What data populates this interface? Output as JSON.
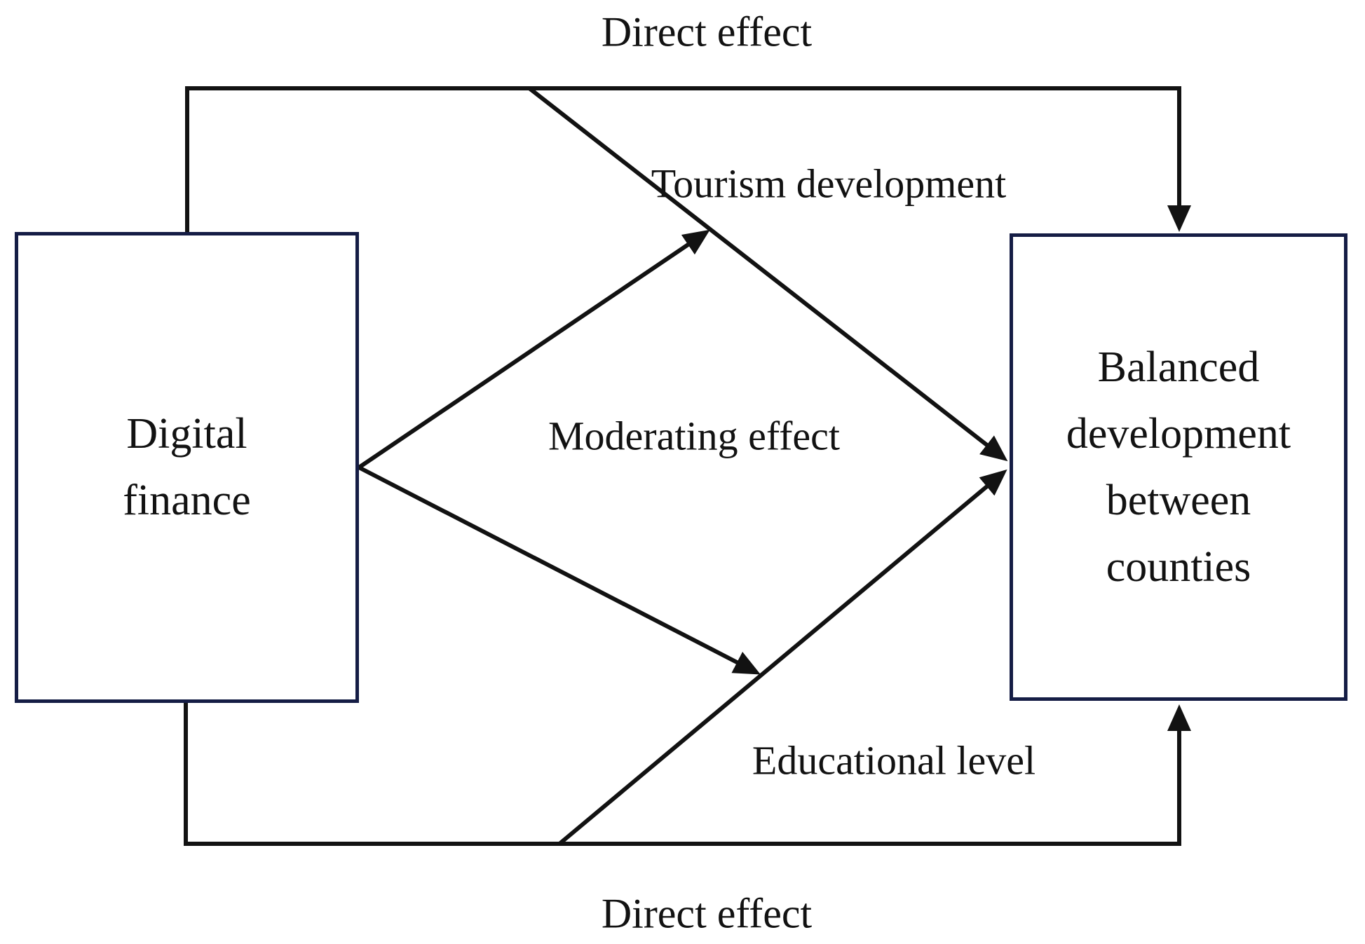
{
  "diagram": {
    "boxes": {
      "digital_finance": {
        "lines": [
          "Digital",
          "finance"
        ]
      },
      "balanced_development": {
        "lines": [
          "Balanced",
          "development",
          "between",
          "counties"
        ]
      }
    },
    "labels": {
      "direct_effect_top": "Direct effect",
      "tourism_development": "Tourism development",
      "moderating_effect": "Moderating effect",
      "educational_level": "Educational level",
      "direct_effect_bottom": "Direct effect"
    },
    "colors": {
      "background": "#ffffff",
      "box_border": "#151d45",
      "line": "#121212",
      "text": "#121212"
    }
  }
}
